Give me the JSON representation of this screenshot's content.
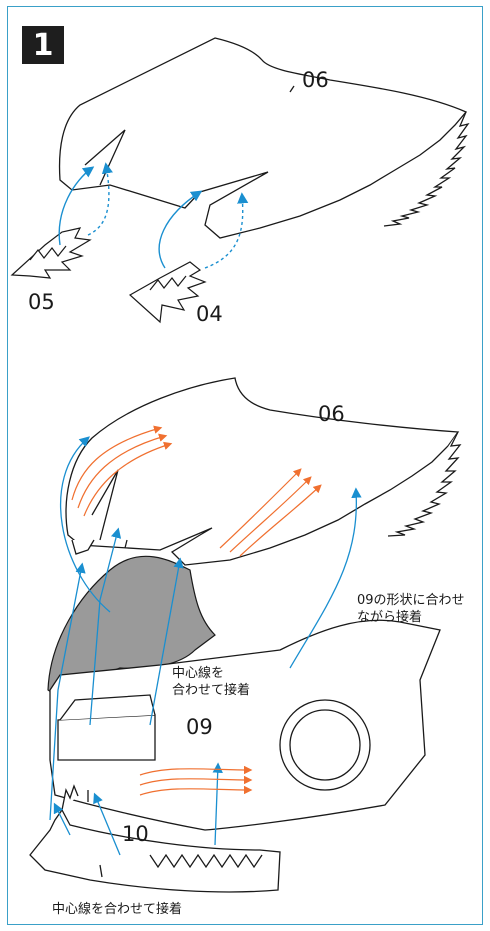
{
  "step": "1",
  "top_view": {
    "labels": {
      "part_06": "06",
      "part_05": "05",
      "part_04": "04"
    }
  },
  "bottom_view": {
    "labels": {
      "part_06": "06",
      "part_09": "09",
      "part_10": "10"
    },
    "notes": {
      "align_along_09_line1": "09の形状に合わせ",
      "align_along_09_line2": "ながら接着",
      "center_line_line1": "中心線を",
      "center_line_line2": "合わせて接着",
      "bottom_caption": "中心線を合わせて接着"
    }
  },
  "colors": {
    "frame": "#3aa0c8",
    "arrow_blue": "#1a8fd0",
    "arrow_orange": "#f07030",
    "gray_fill": "#9a9a9a",
    "outline": "#1a1a1a"
  }
}
